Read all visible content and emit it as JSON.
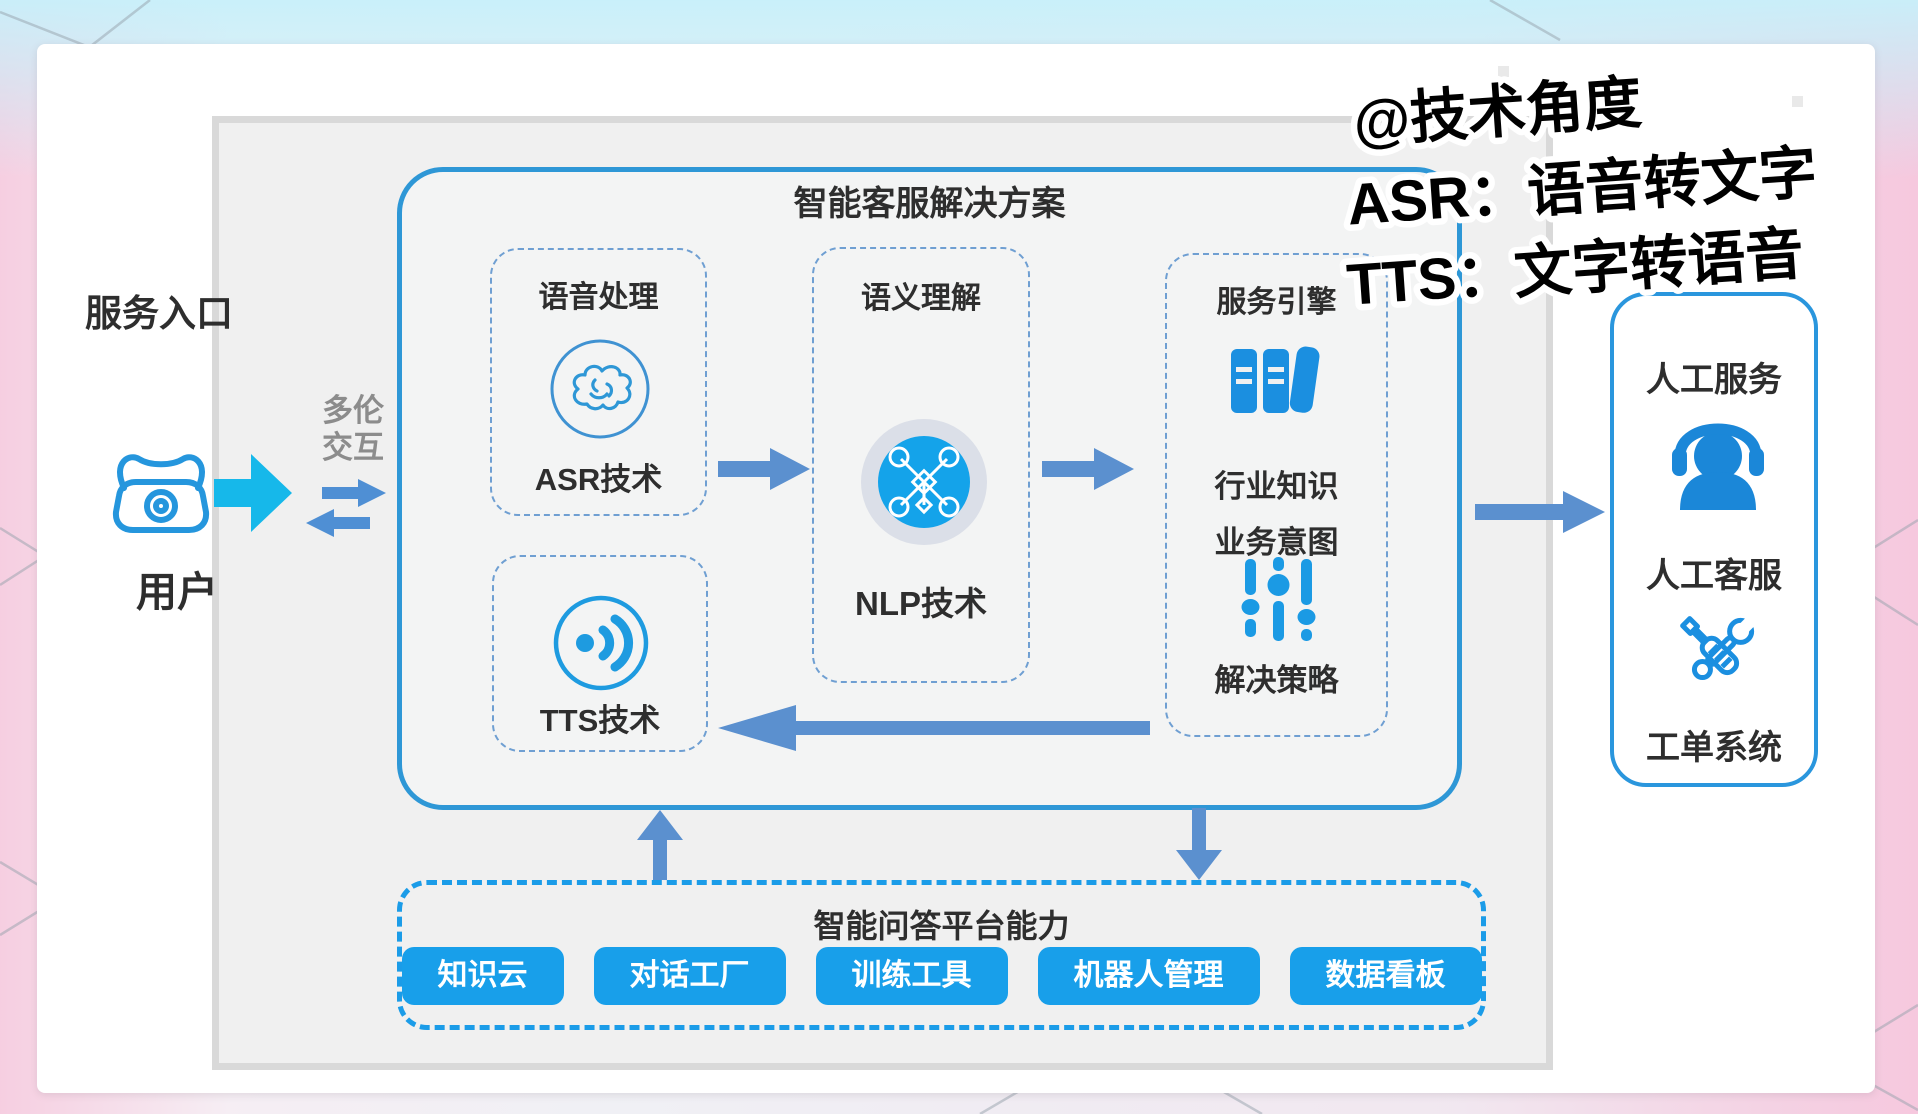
{
  "annotation": {
    "line1": "@技术角度",
    "line2": "ASR：语音转文字",
    "line3": "TTS：文字转语音"
  },
  "entry": {
    "label": "服务入口",
    "user": "用户",
    "interaction_line1": "多伦",
    "interaction_line2": "交互"
  },
  "solution": {
    "title": "智能客服解决方案",
    "speech": {
      "title": "语音处理",
      "asr_label": "ASR技术",
      "tts_label": "TTS技术"
    },
    "semantic": {
      "title": "语义理解",
      "nlp_label": "NLP技术"
    },
    "engine": {
      "title": "服务引擎",
      "items": [
        "行业知识",
        "业务意图",
        "解决策略"
      ]
    }
  },
  "platform": {
    "title": "智能问答平台能力",
    "capabilities": [
      "知识云",
      "对话工厂",
      "训练工具",
      "机器人管理",
      "数据看板"
    ]
  },
  "manual_service": {
    "title": "人工服务",
    "agent_label": "人工客服",
    "ticket_label": "工单系统"
  },
  "colors": {
    "accent_blue": "#189fea",
    "border_blue": "#2e97d6",
    "arrow_blue": "#5b90cf",
    "cyan_arrow": "#16b8ea",
    "gray_text": "#8c8c8c"
  }
}
